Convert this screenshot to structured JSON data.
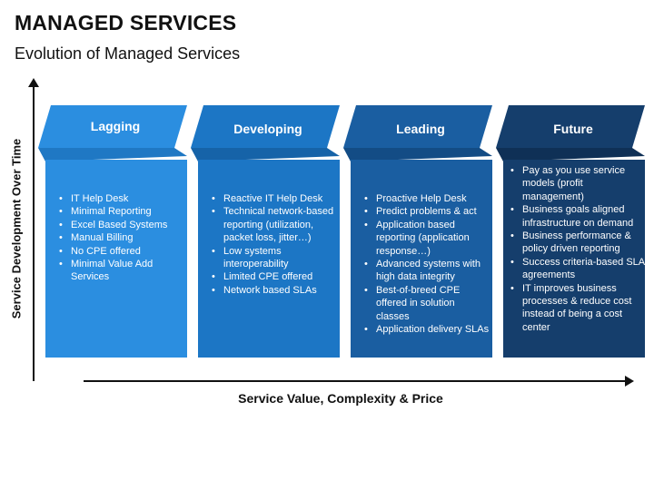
{
  "title": "MANAGED SERVICES",
  "subtitle": "Evolution of Managed Services",
  "y_axis_label": "Service Development Over Time",
  "x_axis_label": "Service Value, Complexity & Price",
  "colors": {
    "lagging": "#2b8ee0",
    "lagging_dark": "#1f78c4",
    "developing": "#1c76c5",
    "developing_dark": "#1663a8",
    "leading": "#1a5ea1",
    "leading_dark": "#134c85",
    "future": "#153e6c",
    "future_dark": "#0f3056"
  },
  "stages": [
    {
      "title": "Lagging",
      "items": [
        "IT Help Desk",
        "Minimal Reporting",
        "Excel Based Systems",
        "Manual Billing",
        "No CPE offered",
        "Minimal Value Add Services"
      ]
    },
    {
      "title": "Developing",
      "items": [
        "Reactive IT Help Desk",
        "Technical network-based reporting (utilization, packet loss, jitter…)",
        "Low systems interoperability",
        "Limited CPE offered",
        "Network based SLAs"
      ]
    },
    {
      "title": "Leading",
      "items": [
        "Proactive Help Desk",
        "Predict problems & act",
        "Application based reporting (application response…)",
        "Advanced systems with high data integrity",
        "Best-of-breed CPE offered in solution classes",
        "Application delivery SLAs"
      ]
    },
    {
      "title": "Future",
      "items": [
        "Pay as you use service models (profit management)",
        "Business goals aligned infrastructure on demand",
        "Business performance & policy driven reporting",
        "Success criteria-based SLA agreements",
        "IT improves business processes & reduce cost instead of being a cost center"
      ]
    }
  ]
}
